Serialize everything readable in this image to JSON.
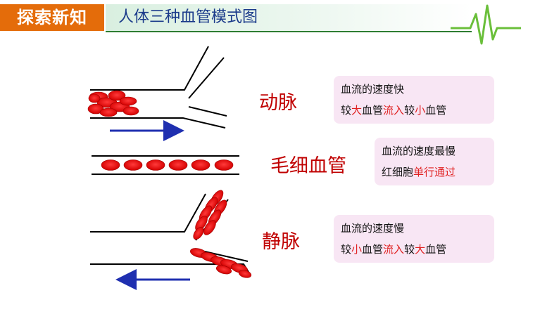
{
  "header": {
    "tag": "探索新知",
    "title": "人体三种血管模式图"
  },
  "vessels": {
    "artery": {
      "label": "动脉",
      "line1": "血流的速度快",
      "line2": [
        {
          "t": "较",
          "hl": false
        },
        {
          "t": "大",
          "hl": true
        },
        {
          "t": "血管",
          "hl": false
        },
        {
          "t": "流入",
          "hl": true
        },
        {
          "t": "较",
          "hl": false
        },
        {
          "t": "小",
          "hl": true
        },
        {
          "t": "血管",
          "hl": false
        }
      ]
    },
    "capillary": {
      "label": "毛细血管",
      "line1": "血流的速度最慢",
      "line2": [
        {
          "t": "红细胞",
          "hl": false
        },
        {
          "t": "单行通过",
          "hl": true
        }
      ]
    },
    "vein": {
      "label": "静脉",
      "line1": "血流的速度慢",
      "line2": [
        {
          "t": "较",
          "hl": false
        },
        {
          "t": "小",
          "hl": true
        },
        {
          "t": "血管",
          "hl": false
        },
        {
          "t": "流入",
          "hl": true
        },
        {
          "t": "较",
          "hl": false
        },
        {
          "t": "大",
          "hl": true
        },
        {
          "t": "血管",
          "hl": false
        }
      ]
    }
  },
  "colors": {
    "accent": "#e46c0a",
    "cell": "#e01010",
    "arrow": "#1f2fb0",
    "highlight": "#e02020",
    "box": "#f8e6f4"
  }
}
